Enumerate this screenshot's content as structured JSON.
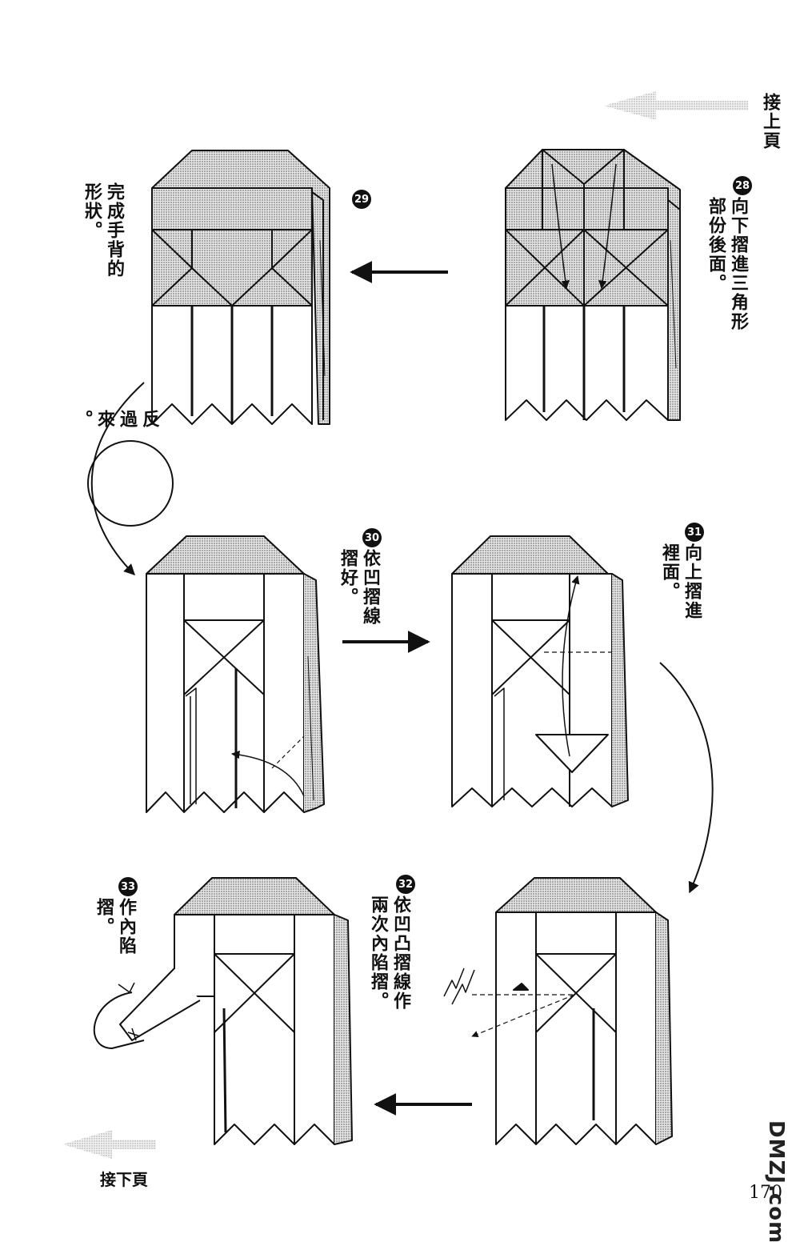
{
  "nav": {
    "prev_label": "接上頁",
    "next_label": "接下頁"
  },
  "steps": [
    {
      "num": "29",
      "text": "完成手背的\n形狀。"
    },
    {
      "num": "28",
      "text": "向下摺進三角形\n部份後面。"
    },
    {
      "num": "30",
      "text": "依凹摺線\n摺好。"
    },
    {
      "num": "31",
      "text": "向上摺進\n裡面。"
    },
    {
      "num": "32",
      "text": "依凹凸摺線作\n兩次內陷摺。"
    },
    {
      "num": "33",
      "text": "作內陷\n摺。"
    }
  ],
  "flip_label": "反\n過\n來\n。",
  "page_number": "170",
  "watermark": "DMZJ.com",
  "colors": {
    "ink": "#111111",
    "shade": "#bdbdbd",
    "paper": "#ffffff",
    "nav_arrow": "#c8c8c8"
  }
}
